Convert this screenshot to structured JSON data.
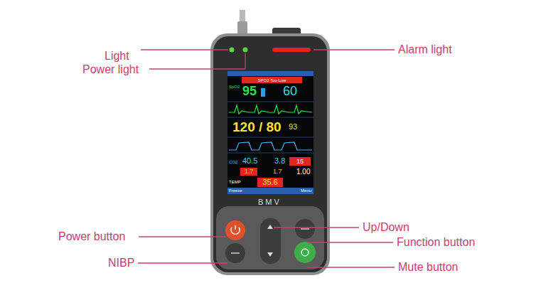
{
  "diagram": {
    "nodes": [
      {
        "text": [
          "SPO2 Too Low"
        ]
      },
      {
        "text": [
          "15"
        ]
      },
      {
        "text": [
          "1.7"
        ]
      },
      {
        "text": [
          "35.6"
        ]
      }
    ],
    "labels": [
      "Light",
      "Power light",
      "Alarm light",
      "Up/Down",
      "Function button",
      "Power button",
      "NIBP",
      "Mute button",
      "95",
      "60",
      "120 / 80",
      "93",
      "40.5",
      "3.8",
      "1.7",
      "1.00",
      "SpO2",
      "CO2",
      "TEMP",
      "Freeze",
      "Menu",
      "BMV"
    ]
  }
}
